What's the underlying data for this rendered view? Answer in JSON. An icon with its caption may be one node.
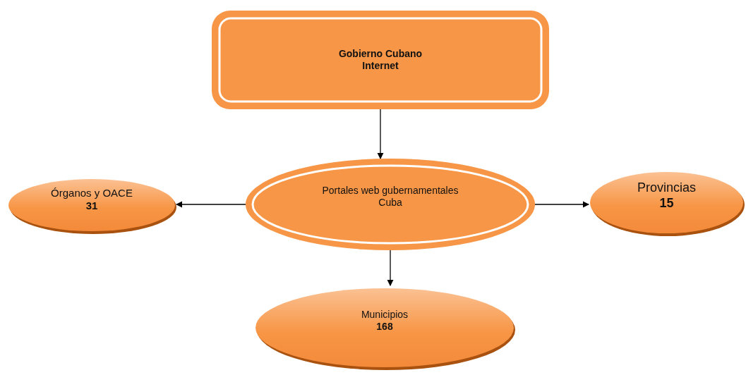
{
  "diagram": {
    "nodes": [
      {
        "text": [
          "Gobierno Cubano",
          "Internet"
        ]
      },
      {
        "text": [
          "Portales web gubernamentales",
          "Cuba"
        ]
      },
      {
        "text": [
          "Órganos y OACE",
          "31"
        ]
      },
      {
        "text": [
          "Provincias",
          "15"
        ]
      },
      {
        "text": [
          "Municipios",
          "168"
        ]
      }
    ],
    "edges": [
      {
        "from": 0,
        "to": 1,
        "arrow": "to"
      },
      {
        "from": 1,
        "to": 2,
        "arrow": "to"
      },
      {
        "from": 1,
        "to": 3,
        "arrow": "to"
      },
      {
        "from": 1,
        "to": 4,
        "arrow": "to"
      }
    ]
  }
}
